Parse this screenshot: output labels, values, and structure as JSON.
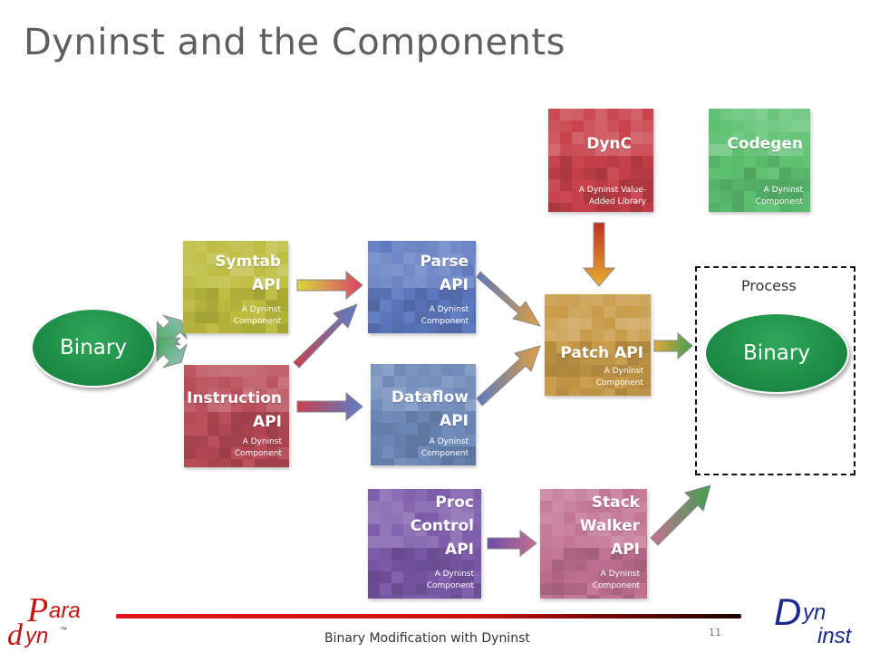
{
  "slide": {
    "title": "Dyninst and the Components",
    "footer": "Binary Modification with Dyninst",
    "page_number": "11"
  },
  "components": {
    "symtab": {
      "name": "Symtab\nAPI",
      "sub": "A Dyninst\nComponent",
      "color": "#bcbc3e"
    },
    "instruction": {
      "name": "Instruction\nAPI",
      "sub": "A Dyninst\nComponent",
      "color": "#b84a56"
    },
    "parse": {
      "name": "Parse\nAPI",
      "sub": "A Dyninst\nComponent",
      "color": "#5c78bf"
    },
    "dataflow": {
      "name": "Dataflow\nAPI",
      "sub": "A Dyninst\nComponent",
      "color": "#6c88b8"
    },
    "patch": {
      "name": "Patch API",
      "sub": "A Dyninst\nComponent",
      "color": "#c89a48"
    },
    "dync": {
      "name": "DynC",
      "sub": "A Dyninst Value-\nAdded Library",
      "color": "#c8404a"
    },
    "codegen": {
      "name": "Codegen",
      "sub": "A Dyninst\nComponent",
      "color": "#5cc070"
    },
    "proccontrol": {
      "name": "Proc\nControl\nAPI",
      "sub": "A Dyninst\nComponent",
      "color": "#7a58a8"
    },
    "stackwalker": {
      "name": "Stack\nWalker\nAPI",
      "sub": "A Dyninst\nComponent",
      "color": "#c07090"
    }
  },
  "binary_left": "Binary",
  "binary_right": "Binary",
  "process_label": "Process",
  "logos": {
    "paradyn": {
      "p": "P",
      "ara": "ara",
      "d": "d",
      "yn": "yn",
      "tm": "™"
    },
    "dyninst": {
      "d": "D",
      "yn": "yn",
      "inst": "inst"
    }
  }
}
